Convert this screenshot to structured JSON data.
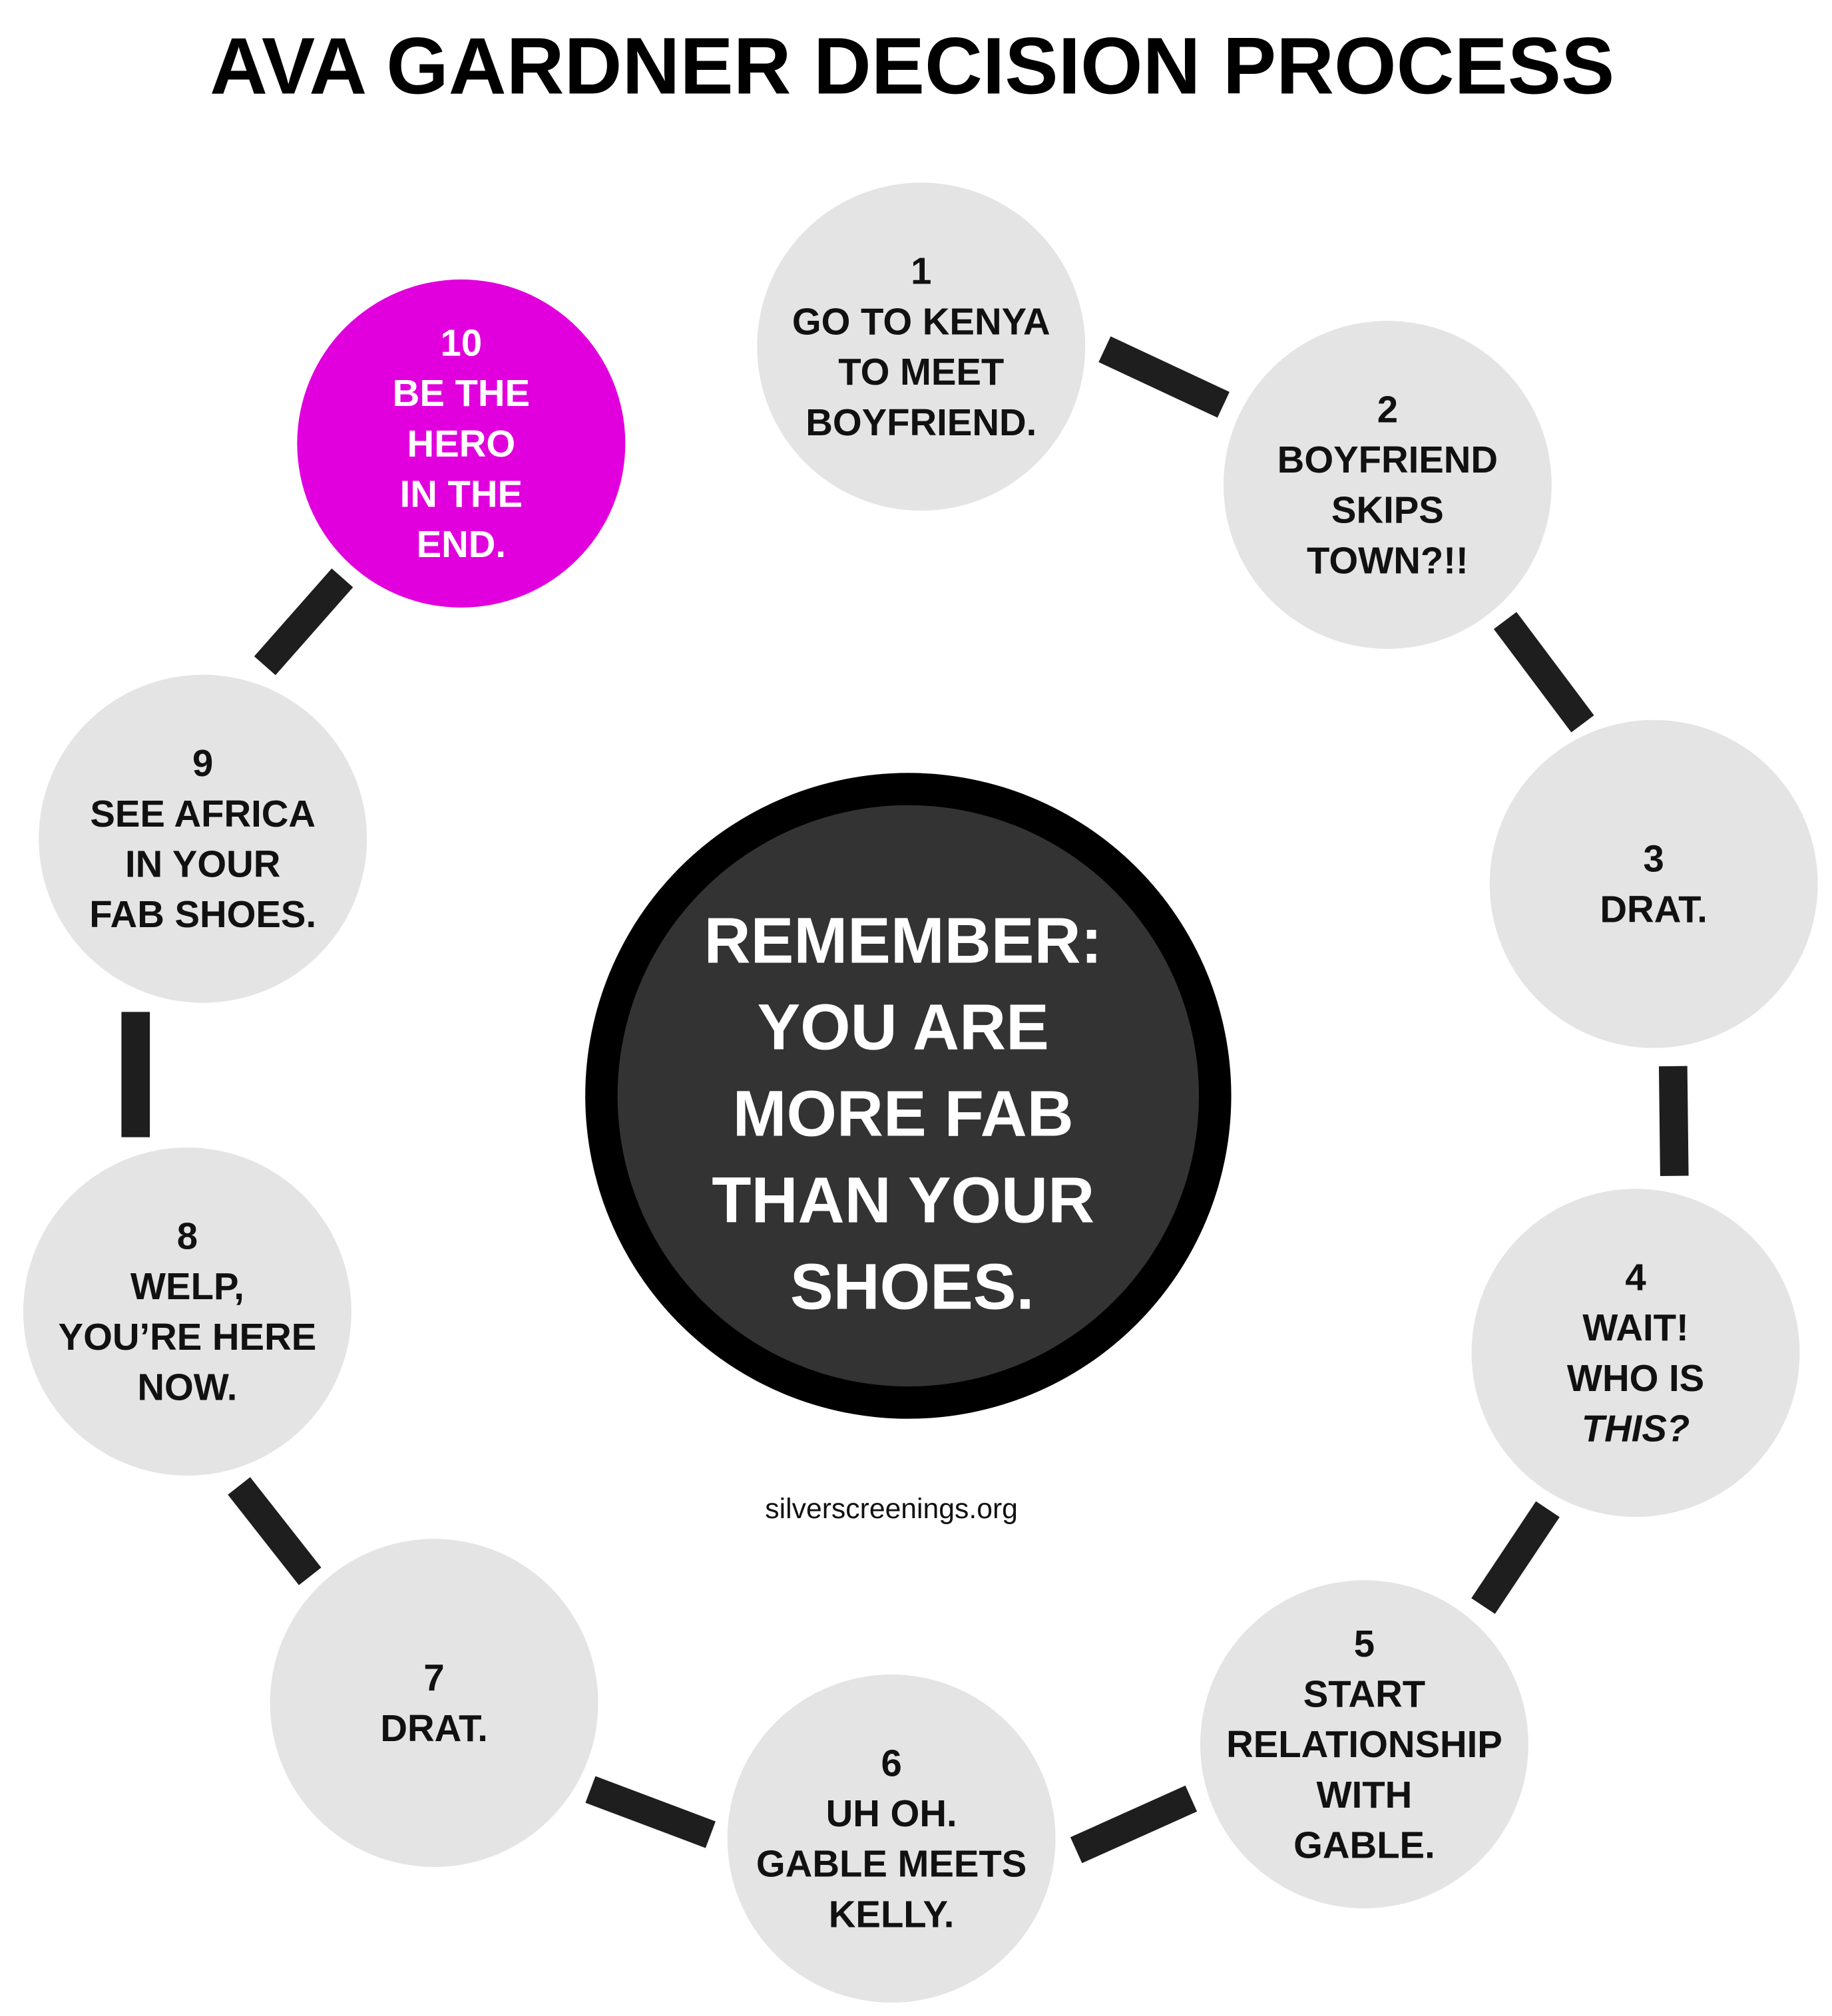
{
  "title": "AVA GARDNER DECISION PROCESS",
  "center": {
    "lines": [
      "REMEMBER:",
      "YOU ARE",
      "MORE FAB",
      "THAN YOUR",
      "SHOES."
    ]
  },
  "credit": "silverscreenings.org",
  "colors": {
    "step_fill": "#e4e4e4",
    "final_fill": "#e100dd",
    "center_fill": "#333333",
    "center_ring": "#000000",
    "connector": "#1e1e1e"
  },
  "steps": [
    {
      "number": "1",
      "lines": [
        "GO TO KENYA",
        "TO MEET",
        "BOYFRIEND."
      ]
    },
    {
      "number": "2",
      "lines": [
        "BOYFRIEND",
        "SKIPS",
        "TOWN?!!"
      ]
    },
    {
      "number": "3",
      "lines": [
        "DRAT."
      ]
    },
    {
      "number": "4",
      "lines": [
        "WAIT!",
        "WHO IS",
        "THIS?"
      ],
      "italic_word": "THIS"
    },
    {
      "number": "5",
      "lines": [
        "START",
        "RELATIONSHIP",
        "WITH",
        "GABLE."
      ]
    },
    {
      "number": "6",
      "lines": [
        "UH OH.",
        "GABLE MEETS",
        "KELLY."
      ]
    },
    {
      "number": "7",
      "lines": [
        "DRAT."
      ]
    },
    {
      "number": "8",
      "lines": [
        "WELP,",
        "YOU’RE HERE",
        "NOW."
      ]
    },
    {
      "number": "9",
      "lines": [
        "SEE AFRICA",
        "IN YOUR",
        "FAB SHOES."
      ]
    },
    {
      "number": "10",
      "lines": [
        "BE THE",
        "HERO",
        "IN THE",
        "END."
      ],
      "highlight": true
    }
  ]
}
